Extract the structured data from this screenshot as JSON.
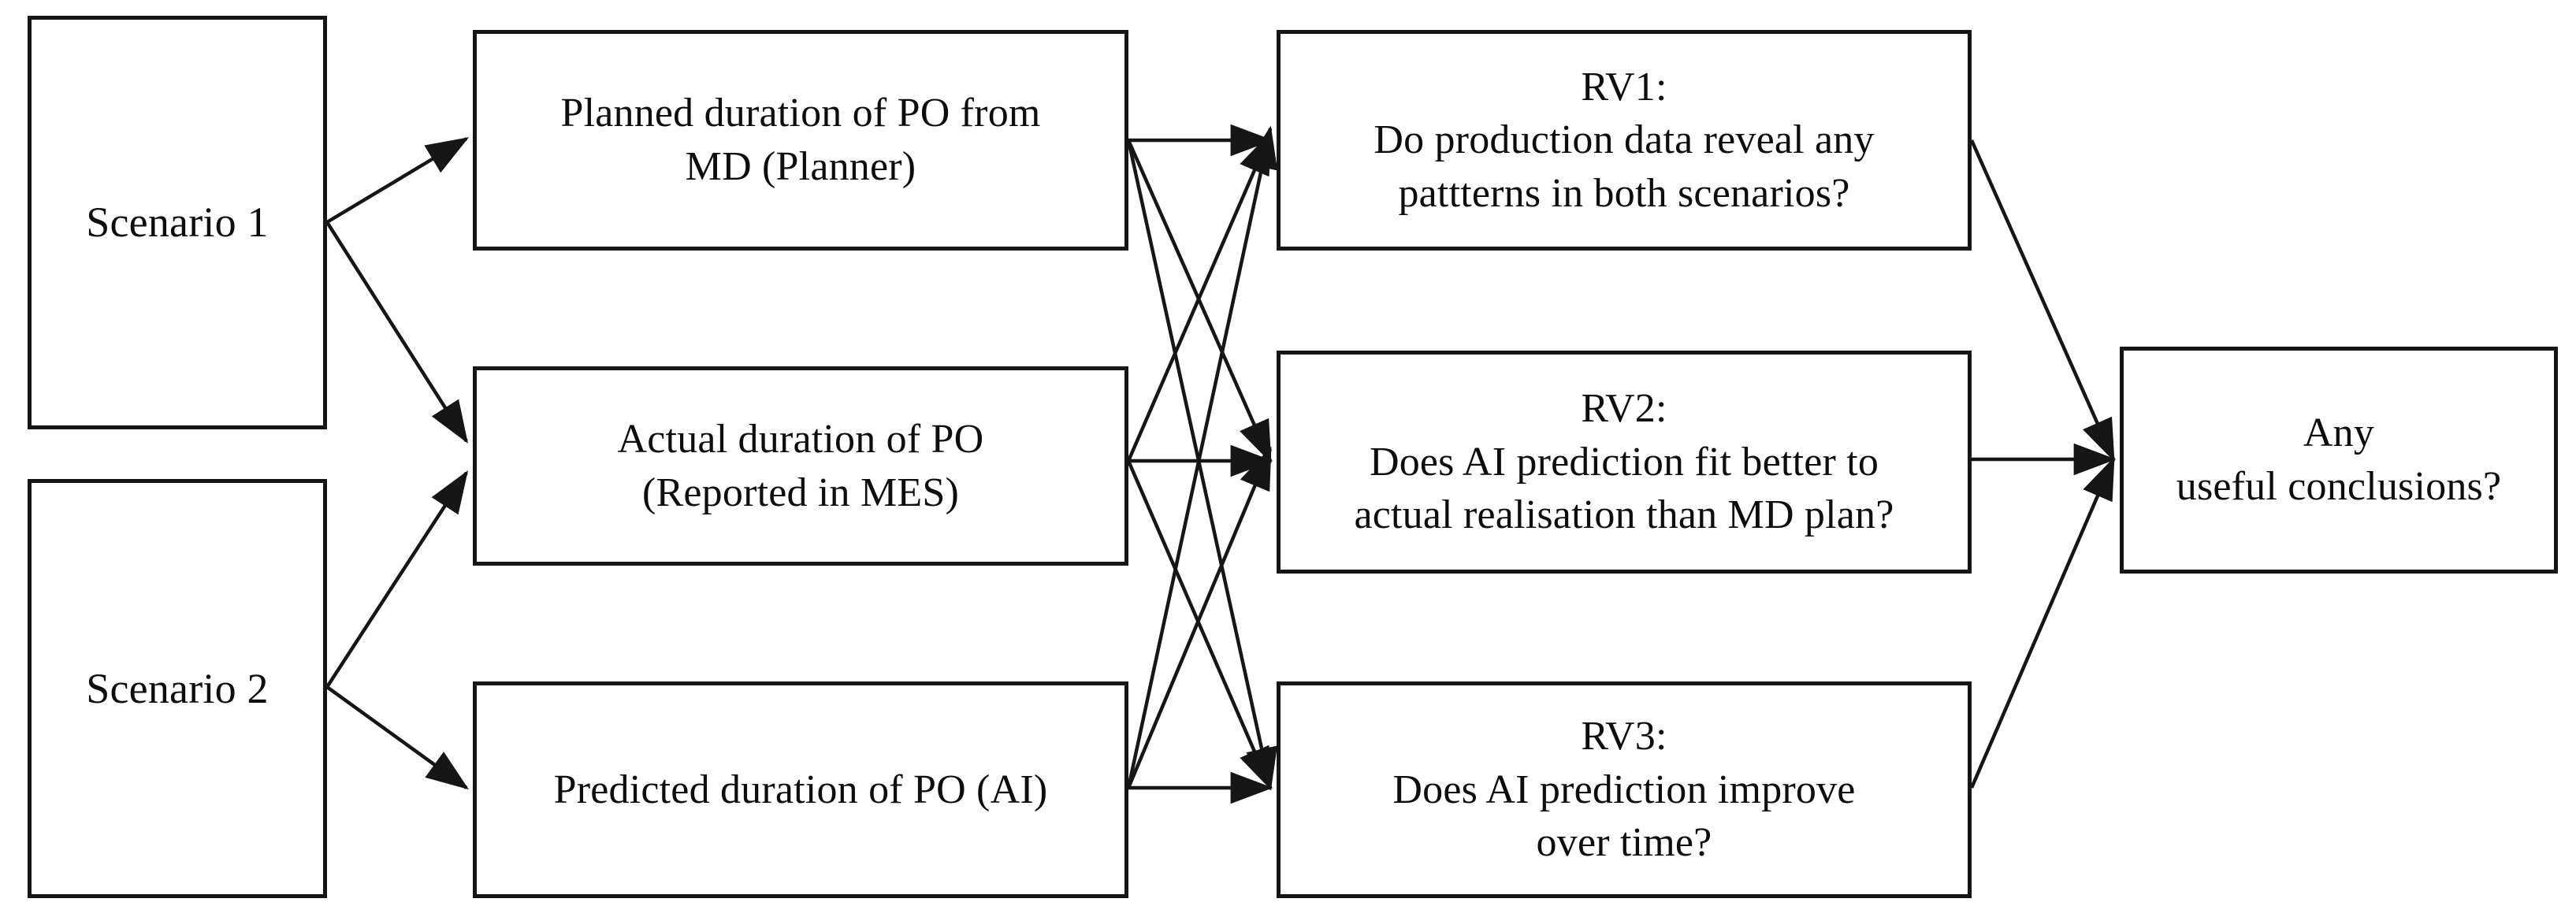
{
  "diagram": {
    "type": "flow-diagram",
    "background_color": "#ffffff",
    "line_color": "#161616",
    "text_color": "#0d0d0d",
    "columns": [
      {
        "name": "scenarios",
        "nodes": [
          {
            "id": "scenario-1",
            "label": "Scenario 1"
          },
          {
            "id": "scenario-2",
            "label": "Scenario 2"
          }
        ]
      },
      {
        "name": "data-sources",
        "nodes": [
          {
            "id": "planned-duration",
            "label": "Planned duration of PO from\nMD (Planner)"
          },
          {
            "id": "actual-duration",
            "label": "Actual duration of PO\n(Reported in MES)"
          },
          {
            "id": "predicted-duration",
            "label": "Predicted duration of PO (AI)"
          }
        ]
      },
      {
        "name": "research-questions",
        "nodes": [
          {
            "id": "rv1",
            "label": "RV1:\nDo production data reveal any\npattterns in both scenarios?"
          },
          {
            "id": "rv2",
            "label": "RV2:\nDoes AI prediction fit better to\nactual realisation than MD plan?"
          },
          {
            "id": "rv3",
            "label": "RV3:\nDoes AI prediction improve\nover time?"
          }
        ]
      },
      {
        "name": "outcome",
        "nodes": [
          {
            "id": "conclusions",
            "label": "Any\nuseful conclusions?"
          }
        ]
      }
    ],
    "edges": [
      {
        "from": "scenario-1",
        "to": "planned-duration"
      },
      {
        "from": "scenario-1",
        "to": "actual-duration"
      },
      {
        "from": "scenario-2",
        "to": "actual-duration"
      },
      {
        "from": "scenario-2",
        "to": "predicted-duration"
      },
      {
        "from": "planned-duration",
        "to": "rv1"
      },
      {
        "from": "planned-duration",
        "to": "rv2"
      },
      {
        "from": "planned-duration",
        "to": "rv3"
      },
      {
        "from": "actual-duration",
        "to": "rv1"
      },
      {
        "from": "actual-duration",
        "to": "rv2"
      },
      {
        "from": "actual-duration",
        "to": "rv3"
      },
      {
        "from": "predicted-duration",
        "to": "rv1"
      },
      {
        "from": "predicted-duration",
        "to": "rv2"
      },
      {
        "from": "predicted-duration",
        "to": "rv3"
      },
      {
        "from": "rv1",
        "to": "conclusions"
      },
      {
        "from": "rv2",
        "to": "conclusions"
      },
      {
        "from": "rv3",
        "to": "conclusions"
      }
    ]
  }
}
